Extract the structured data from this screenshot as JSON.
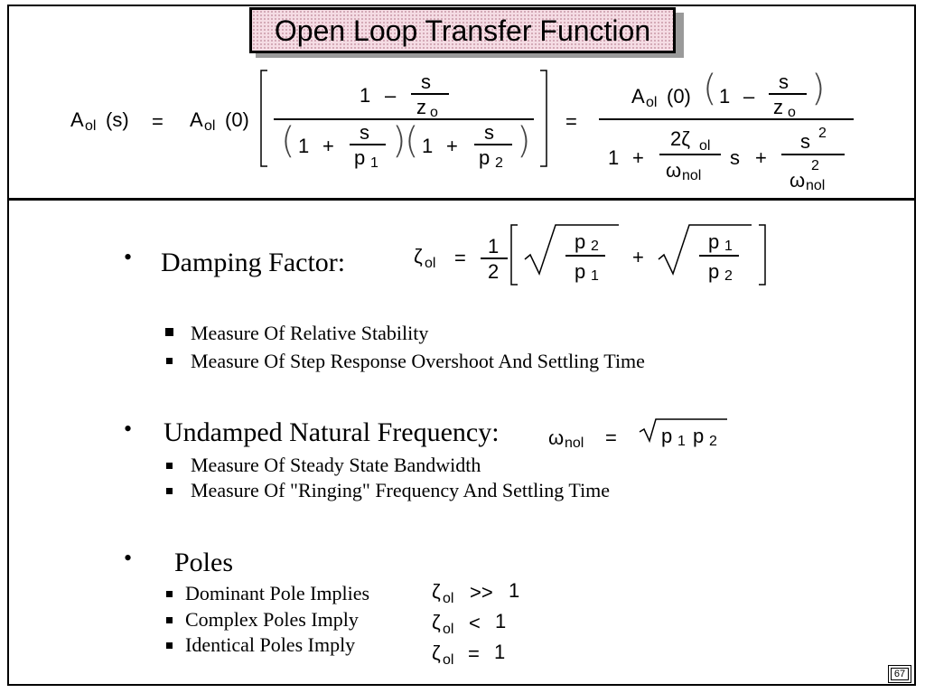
{
  "title": "Open  Loop  Transfer  Function",
  "eq_main": {
    "A": "A",
    "ol": "ol",
    "s_paren": "(s)",
    "eq": "=",
    "zero_paren": "(0)",
    "one": "1",
    "minus": "–",
    "plus": "+",
    "s": "s",
    "z": "z",
    "o": "o",
    "p": "p",
    "sub1": "1",
    "sub2": "2",
    "two_zeta": "2ζ",
    "omega": "ω",
    "nol": "nol",
    "sq2": "2"
  },
  "damping": {
    "bullet": "•",
    "label": "Damping Factor:",
    "zeta": "ζ",
    "ol": "ol",
    "eq": "=",
    "one": "1",
    "two": "2",
    "plus": "+",
    "p": "p",
    "sub1": "1",
    "sub2": "2",
    "items": [
      "Measure Of Relative Stability",
      "Measure Of Step Response Overshoot And Settling Time"
    ]
  },
  "natural": {
    "bullet": "•",
    "label": "Undamped Natural Frequency:",
    "omega": "ω",
    "nol": "nol",
    "eq": "=",
    "p": "p",
    "sub1": "1",
    "sub2": "2",
    "items": [
      "Measure Of Steady State Bandwidth",
      "Measure Of \"Ringing\" Frequency And Settling Time"
    ]
  },
  "poles": {
    "bullet": "•",
    "label": "Poles",
    "items": [
      {
        "text": "Dominant Pole Implies",
        "zeta": "ζ",
        "ol": "ol",
        "rel": ">>",
        "val": "1"
      },
      {
        "text": "Complex Poles Imply",
        "zeta": "ζ",
        "ol": "ol",
        "rel": "<",
        "val": "1"
      },
      {
        "text": "Identical Poles Imply",
        "zeta": "ζ",
        "ol": "ol",
        "rel": "=",
        "val": "1"
      }
    ]
  },
  "page_number": "67"
}
